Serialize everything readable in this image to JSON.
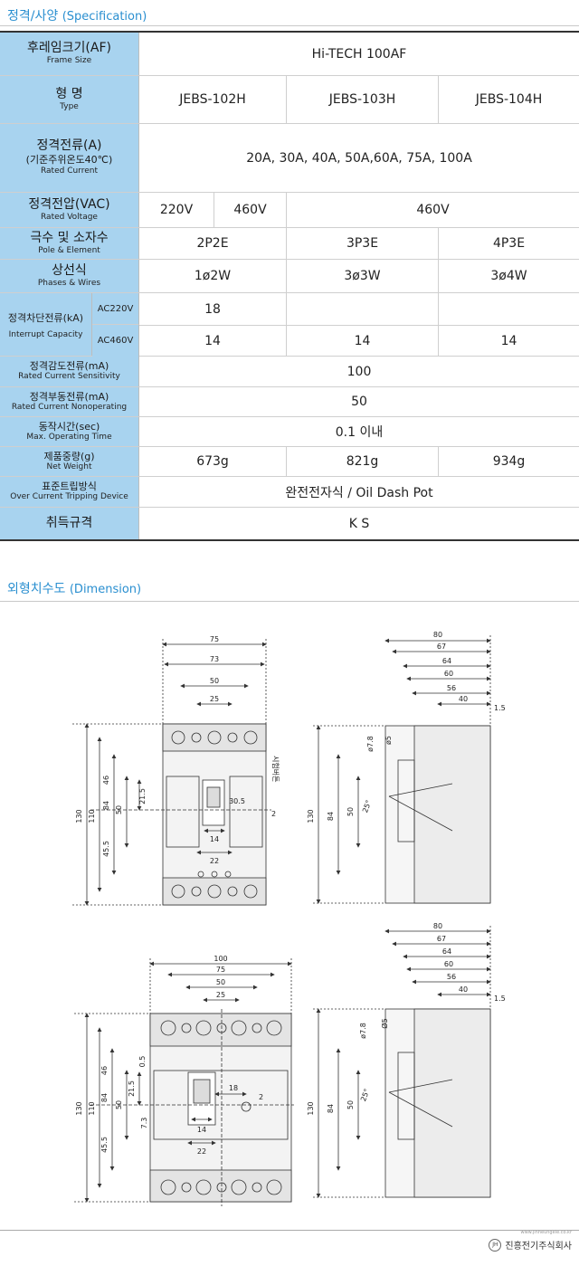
{
  "spec_title": {
    "ko": "정격/사양",
    "en": "(Specification)"
  },
  "dim_title": {
    "ko": "외형치수도",
    "en": "(Dimension)"
  },
  "spec": {
    "frame": {
      "ko": "후레임크기(AF)",
      "en": "Frame Size",
      "value": "Hi-TECH 100AF"
    },
    "type": {
      "ko": "형 명",
      "en": "Type",
      "values": [
        "JEBS-102H",
        "JEBS-103H",
        "JEBS-104H"
      ]
    },
    "current": {
      "ko": "정격전류(A)",
      "sub": "(기준주위온도40℃)",
      "en": "Rated Current",
      "value": "20A, 30A, 40A, 50A,60A, 75A, 100A"
    },
    "voltage": {
      "ko": "정격전압(VAC)",
      "en": "Rated Voltage",
      "values": [
        "220V",
        "460V",
        "460V"
      ]
    },
    "pole": {
      "ko": "극수 및 소자수",
      "en": "Pole & Element",
      "values": [
        "2P2E",
        "3P3E",
        "4P3E"
      ]
    },
    "phases": {
      "ko": "상선식",
      "en": "Phases & Wires",
      "values": [
        "1ø2W",
        "3ø3W",
        "3ø4W"
      ]
    },
    "interrupt": {
      "ko": "정격차단전류(kA)",
      "en": "Interrupt Capacity",
      "ac220": {
        "label": "AC220V",
        "values": [
          "18",
          "",
          ""
        ]
      },
      "ac460": {
        "label": "AC460V",
        "values": [
          "14",
          "14",
          "14"
        ]
      }
    },
    "sensitivity": {
      "ko": "정격감도전류(mA)",
      "en": "Rated Current Sensitivity",
      "value": "100"
    },
    "nonop": {
      "ko": "정격부동전류(mA)",
      "en": "Rated Current Nonoperating",
      "value": "50"
    },
    "optime": {
      "ko": "동작시간(sec)",
      "en": "Max. Operating Time",
      "value": "0.1 이내"
    },
    "weight": {
      "ko": "제품중량(g)",
      "en": "Net Weight",
      "values": [
        "673g",
        "821g",
        "934g"
      ]
    },
    "trip": {
      "ko": "표준트립방식",
      "en": "Over Current Tripping Device",
      "value": "완전전자식 / Oil Dash Pot"
    },
    "std": {
      "ko": "취득규격",
      "value": "K S"
    }
  },
  "dims": {
    "d1": {
      "width_labels": [
        "75",
        "73",
        "50",
        "25"
      ],
      "height_labels": [
        "130",
        "110",
        "84",
        "50",
        "46",
        "45.5",
        "21.5"
      ],
      "inner": [
        "30.5",
        "14",
        "22",
        "2"
      ],
      "test_btn": "시험버튼",
      "side_labels": [
        "80",
        "67",
        "64",
        "60",
        "56",
        "40",
        "1.5",
        "ø7.8",
        "ø5",
        "130",
        "84",
        "50",
        "25°"
      ]
    },
    "d2": {
      "width_labels": [
        "100",
        "75",
        "50",
        "25"
      ],
      "height_labels": [
        "130",
        "110",
        "84",
        "50",
        "46",
        "45.5",
        "21.5",
        "0.5",
        "7.3"
      ],
      "inner": [
        "18",
        "2",
        "14",
        "22"
      ],
      "side_labels": [
        "80",
        "67",
        "64",
        "60",
        "56",
        "40",
        "1.5",
        "ø7.8",
        "Ø5",
        "130",
        "84",
        "50",
        "25°"
      ]
    }
  },
  "footer": {
    "url": "www.jinheungele.co.kr",
    "mark": "JH",
    "name": "진흥전기주식회사"
  }
}
